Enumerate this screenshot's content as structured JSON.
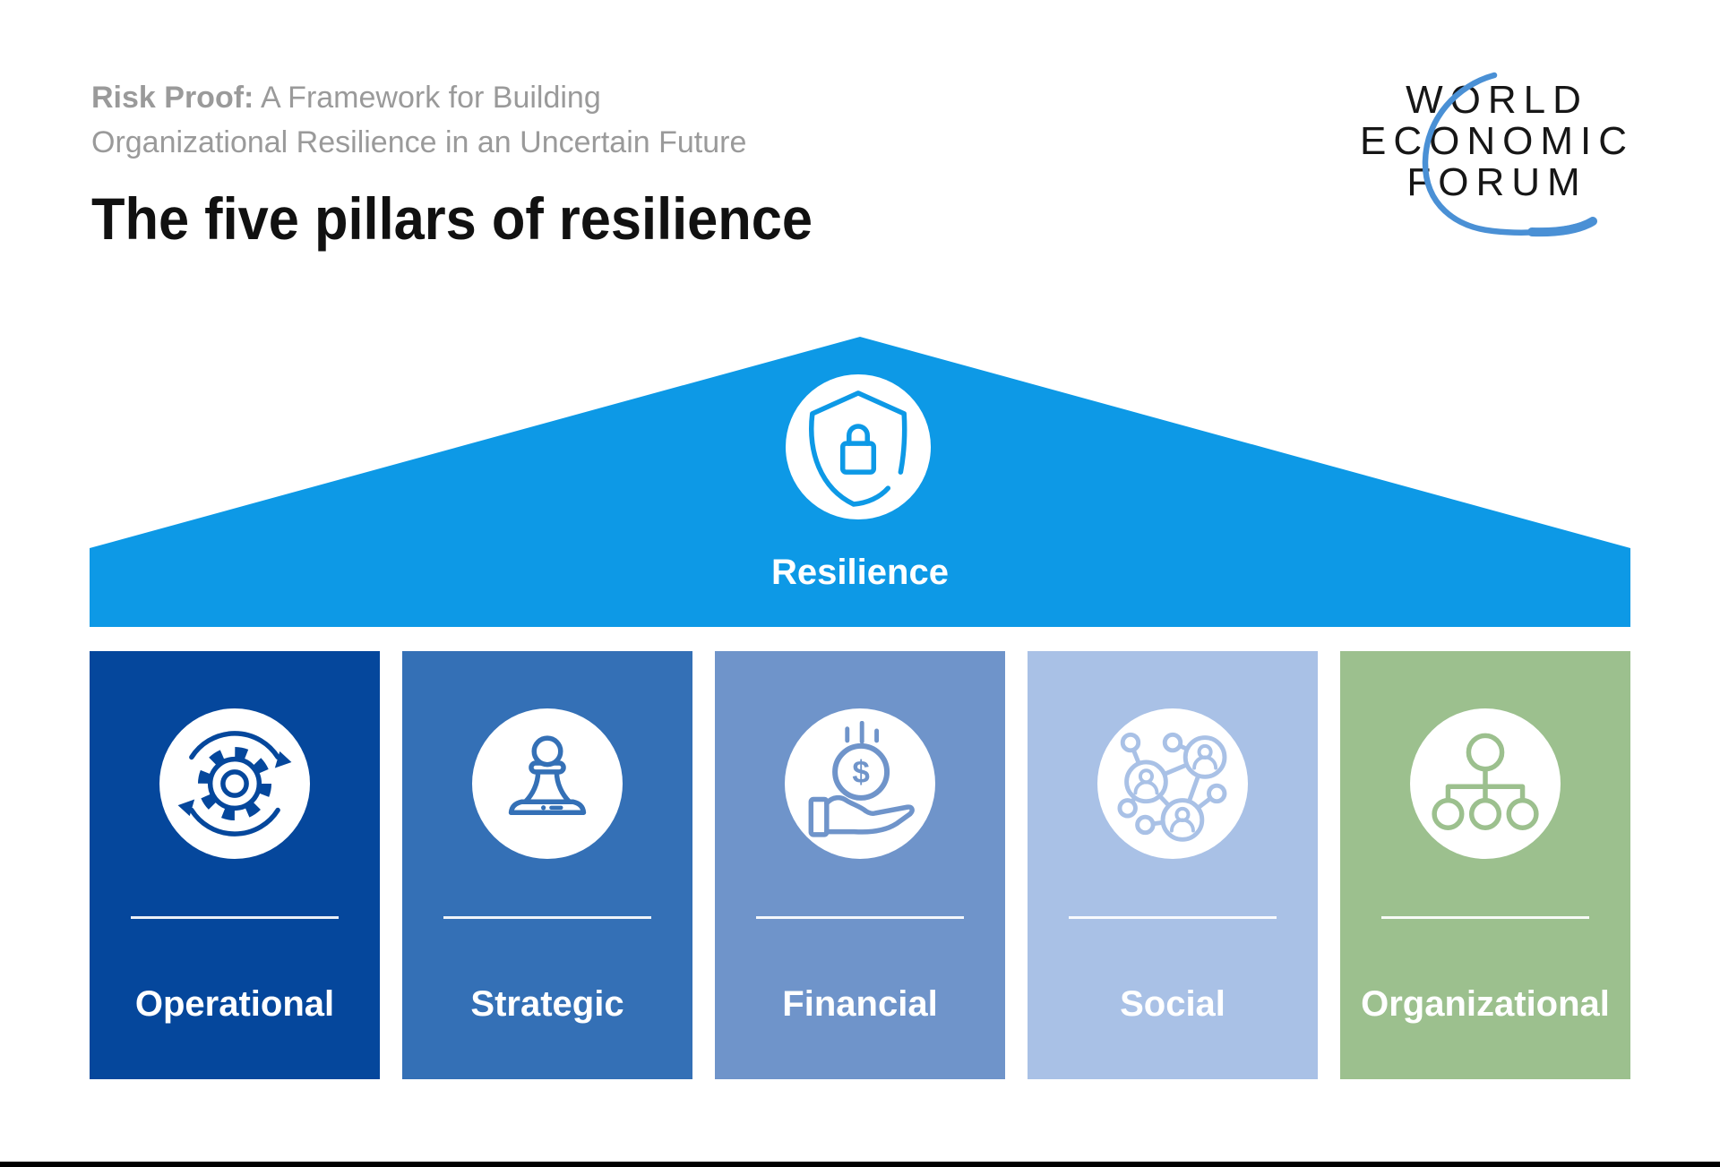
{
  "header": {
    "eyebrow_bold": "Risk Proof:",
    "eyebrow_rest": "A Framework for Building",
    "eyebrow_line2": "Organizational Resilience in an Uncertain Future",
    "title": "The five pillars of resilience"
  },
  "logo": {
    "line1": "WORLD",
    "line2": "ECONOMIC",
    "line3": "FORUM"
  },
  "roof": {
    "label": "Resilience",
    "icon": "shield-lock-icon"
  },
  "pillars": [
    {
      "label": "Operational",
      "icon": "process-gear-icon"
    },
    {
      "label": "Strategic",
      "icon": "chess-pawn-icon"
    },
    {
      "label": "Financial",
      "icon": "coin-in-hand-icon",
      "coin_symbol": "$"
    },
    {
      "label": "Social",
      "icon": "people-network-icon"
    },
    {
      "label": "Organizational",
      "icon": "org-chart-icon"
    }
  ],
  "colors": {
    "roof-blue": "#0d99e6",
    "logo-arc-blue": "#4a90d5",
    "pillar-operational": "#05479c",
    "pillar-strategic": "#3470b6",
    "pillar-financial": "#6f94ca",
    "pillar-social": "#a9c1e6",
    "pillar-organizational": "#9cc08e",
    "text-dark": "#111111",
    "text-gray": "#9a9a9a",
    "bottom-bar": "#000000"
  }
}
